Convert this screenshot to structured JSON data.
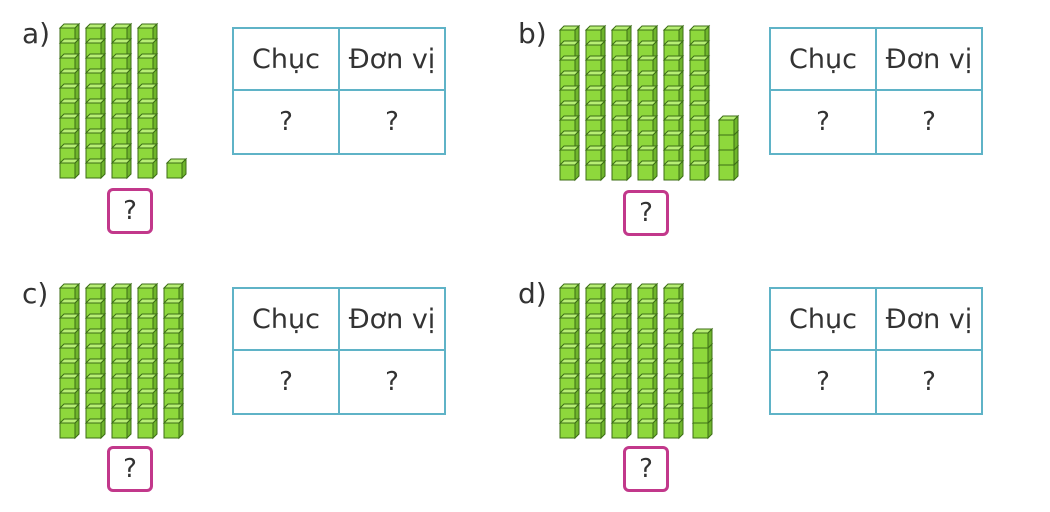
{
  "exercises": [
    {
      "label": "a)",
      "tens": 4,
      "ones": 1,
      "header_tens": "Chục",
      "header_ones": "Đơn vị",
      "tens_value": "?",
      "ones_value": "?",
      "answer": "?"
    },
    {
      "label": "b)",
      "tens": 6,
      "ones": 4,
      "header_tens": "Chục",
      "header_ones": "Đơn vị",
      "tens_value": "?",
      "ones_value": "?",
      "answer": "?"
    },
    {
      "label": "c)",
      "tens": 5,
      "ones": 0,
      "header_tens": "Chục",
      "header_ones": "Đơn vị",
      "tens_value": "?",
      "ones_value": "?",
      "answer": "?"
    },
    {
      "label": "d)",
      "tens": 5,
      "ones": 7,
      "header_tens": "Chục",
      "header_ones": "Đơn vị",
      "tens_value": "?",
      "ones_value": "?",
      "answer": "?"
    }
  ],
  "colors": {
    "cube_fill": "#8ed83c",
    "cube_edge": "#3c6e16",
    "box_border": "#c2388b",
    "table_border": "#5fb3c7"
  }
}
